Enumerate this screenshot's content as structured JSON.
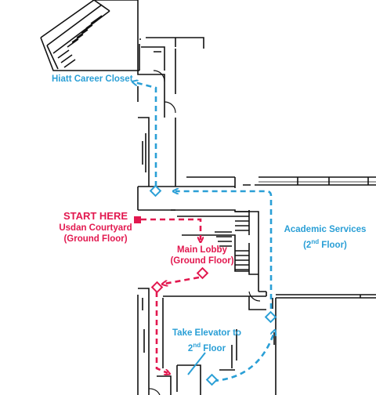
{
  "colors": {
    "blue_route": "#2a9fd6",
    "red_route": "#e2184f",
    "walls": "#111111"
  },
  "labels": {
    "hiatt": "Hiatt Career Closet",
    "start_here": "START HERE",
    "usdan_1": "Usdan Courtyard",
    "usdan_2": "(Ground Floor)",
    "main_lobby_1": "Main Lobby",
    "main_lobby_2": "(Ground Floor)",
    "academic_1": "Academic Services",
    "academic_2_pre": "(2",
    "academic_2_sup": "nd",
    "academic_2_post": " Floor)",
    "elevator_1": "Take Elevator to",
    "elevator_2_pre": "2",
    "elevator_2_sup": "nd",
    "elevator_2_post": " Floor"
  }
}
